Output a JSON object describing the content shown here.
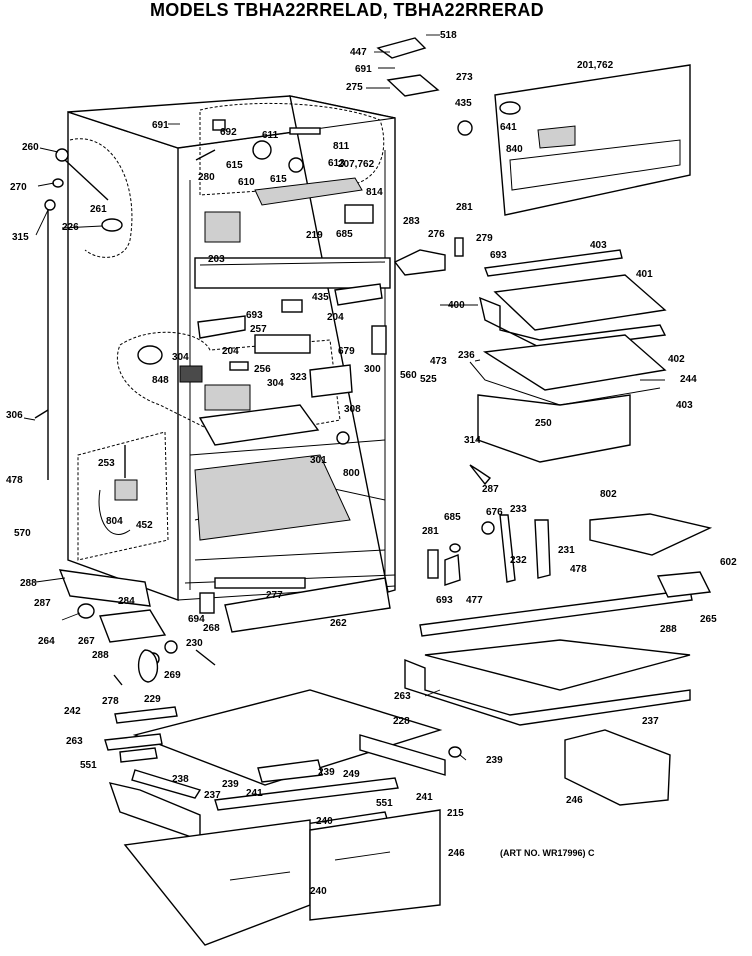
{
  "title": "MODELS TBHA22RRELAD, TBHA22RRERAD",
  "art_number": "(ART NO. WR17996) C",
  "callouts": [
    "518",
    "447",
    "691",
    "273",
    "275",
    "435",
    "201,762",
    "691",
    "692",
    "611",
    "811",
    "260",
    "641",
    "840",
    "270",
    "615",
    "610",
    "615",
    "613",
    "280",
    "207,762",
    "261",
    "814",
    "315",
    "226",
    "685",
    "219",
    "281",
    "283",
    "276",
    "279",
    "693",
    "403",
    "203",
    "401",
    "435",
    "400",
    "693",
    "204",
    "257",
    "679",
    "236",
    "402",
    "473",
    "525",
    "304",
    "256",
    "204",
    "300",
    "560",
    "848",
    "304",
    "323",
    "308",
    "244",
    "403",
    "250",
    "314",
    "306",
    "301",
    "800",
    "253",
    "287",
    "478",
    "802",
    "804",
    "452",
    "281",
    "685",
    "233",
    "676",
    "570",
    "232",
    "231",
    "478",
    "602",
    "288",
    "277",
    "287",
    "284",
    "694",
    "268",
    "262",
    "693",
    "477",
    "265",
    "264",
    "267",
    "288",
    "230",
    "288",
    "269",
    "278",
    "229",
    "263",
    "242",
    "228",
    "237",
    "263",
    "551",
    "238",
    "239",
    "239",
    "249",
    "239",
    "237",
    "241",
    "551",
    "241",
    "240",
    "215",
    "246",
    "246",
    "240"
  ]
}
